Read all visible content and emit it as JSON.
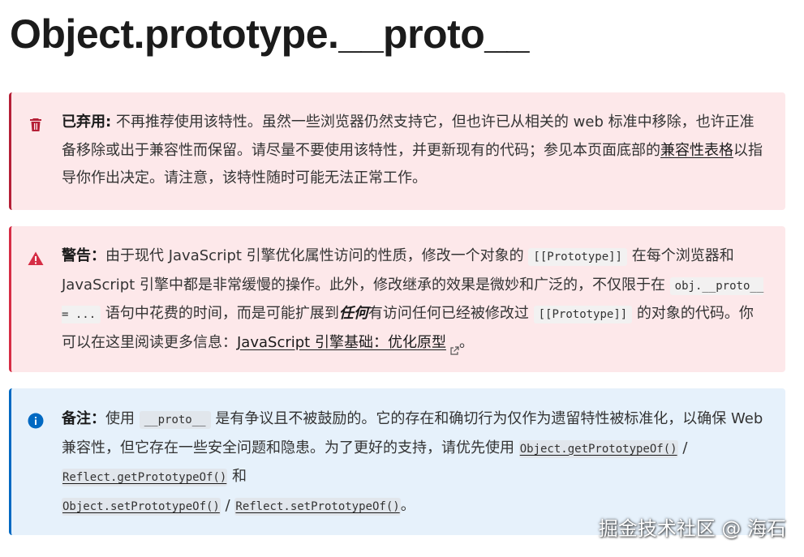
{
  "page": {
    "title": "Object.prototype.__proto__"
  },
  "deprecated": {
    "label": "已弃用:",
    "text1": " 不再推荐使用该特性。虽然一些浏览器仍然支持它，但也许已从相关的 web 标准中移除，也许正准备移除或出于兼容性而保留。请尽量不要使用该特性，并更新现有的代码；参见本页面底部的",
    "link": "兼容性表格",
    "text2": "以指导你作出决定。请注意，该特性随时可能无法正常工作。"
  },
  "warning": {
    "label": "警告：",
    "text1": "由于现代 JavaScript 引擎优化属性访问的性质，修改一个对象的 ",
    "code1": "[[Prototype]]",
    "text2": " 在每个浏览器和 JavaScript 引擎中都是非常缓慢的操作。此外，修改继承的效果是微妙和广泛的，不仅限于在 ",
    "code2": "obj.__proto__ = ...",
    "text3": " 语句中花费的时间，而是可能扩展到",
    "emph": "任何",
    "text4": "有访问任何已经被修改过 ",
    "code3": "[[Prototype]]",
    "text5": " 的对象的代码。你可以在这里阅读更多信息：",
    "link": "JavaScript 引擎基础：优化原型",
    "text6": "。"
  },
  "note": {
    "label": "备注：",
    "text1": "使用 ",
    "code1": "__proto__",
    "text2": " 是有争议且不被鼓励的。它的存在和确切行为仅作为遗留特性被标准化，以确保 Web 兼容性，但它存在一些安全问题和隐患。为了更好的支持，请优先使用 ",
    "link1": "Object.getPrototypeOf()",
    "sep1": " / ",
    "link2": "Reflect.getPrototypeOf()",
    "text3": " 和 ",
    "link3": "Object.setPrototypeOf()",
    "sep2": " / ",
    "link4": "Reflect.setPrototypeOf()",
    "text4": "。"
  },
  "watermark": "掘金技术社区 @ 海石",
  "colors": {
    "deprecated_bg": "#fde8ea",
    "deprecated_border": "#b51f36",
    "warning_border": "#d62d45",
    "note_bg": "#e6f1fb",
    "note_border": "#0069c2"
  },
  "icons": {
    "deprecated": "trash-icon",
    "warning": "warning-triangle-icon",
    "note": "info-circle-icon",
    "external": "external-link-icon"
  }
}
